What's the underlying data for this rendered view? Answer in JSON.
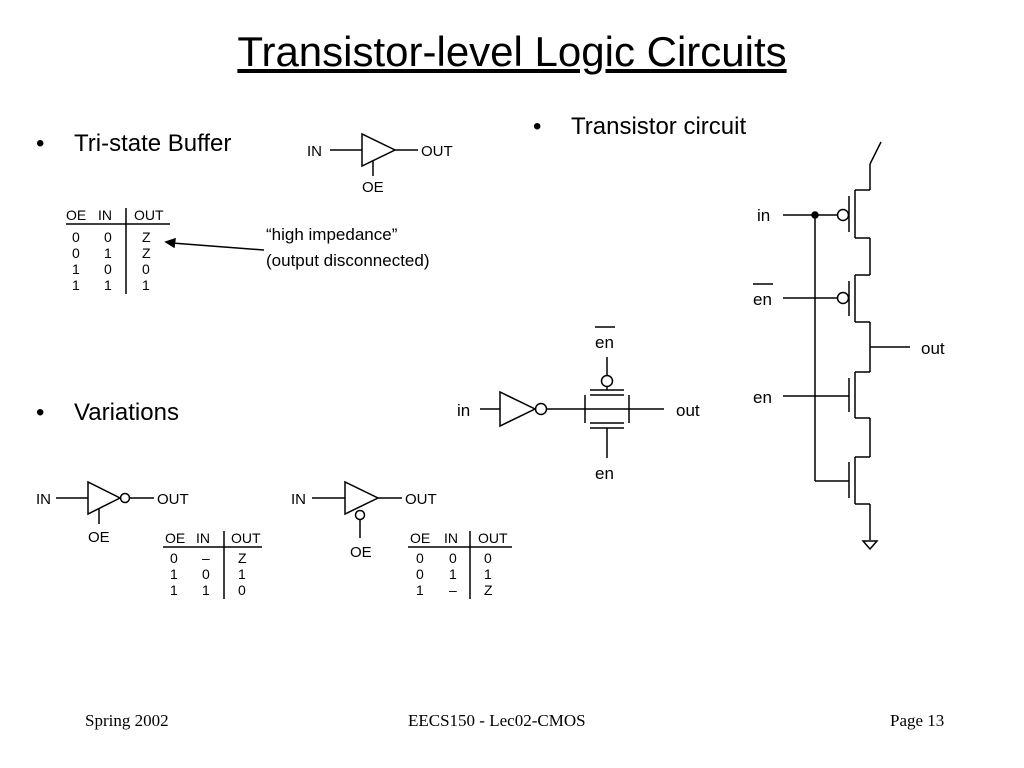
{
  "title": "Transistor-level Logic Circuits",
  "bullets": {
    "tristate": "Tri-state Buffer",
    "variations": "Variations",
    "transistor": "Transistor circuit"
  },
  "symbol_labels": {
    "in": "IN",
    "out": "OUT",
    "oe": "OE"
  },
  "truth_table_main": {
    "headers": [
      "OE",
      "IN",
      "OUT"
    ],
    "rows": [
      [
        "0",
        "0",
        "Z"
      ],
      [
        "0",
        "1",
        "Z"
      ],
      [
        "1",
        "0",
        "0"
      ],
      [
        "1",
        "1",
        "1"
      ]
    ]
  },
  "annotation": {
    "line1": "“high impedance”",
    "line2": "(output disconnected)"
  },
  "truth_table_var1": {
    "headers": [
      "OE",
      "IN",
      "OUT"
    ],
    "rows": [
      [
        "0",
        "–",
        "Z"
      ],
      [
        "1",
        "0",
        "1"
      ],
      [
        "1",
        "1",
        "0"
      ]
    ]
  },
  "truth_table_var2": {
    "headers": [
      "OE",
      "IN",
      "OUT"
    ],
    "rows": [
      [
        "0",
        "0",
        "0"
      ],
      [
        "0",
        "1",
        "1"
      ],
      [
        "1",
        "–",
        "Z"
      ]
    ]
  },
  "tgate_labels": {
    "in": "in",
    "out": "out",
    "en_bar": "en",
    "en": "en"
  },
  "transistor_labels": {
    "in": "in",
    "en_bar": "en",
    "en": "en",
    "out": "out"
  },
  "footer": {
    "left": "Spring 2002",
    "center": "EECS150 - Lec02-CMOS",
    "right": "Page 13"
  }
}
